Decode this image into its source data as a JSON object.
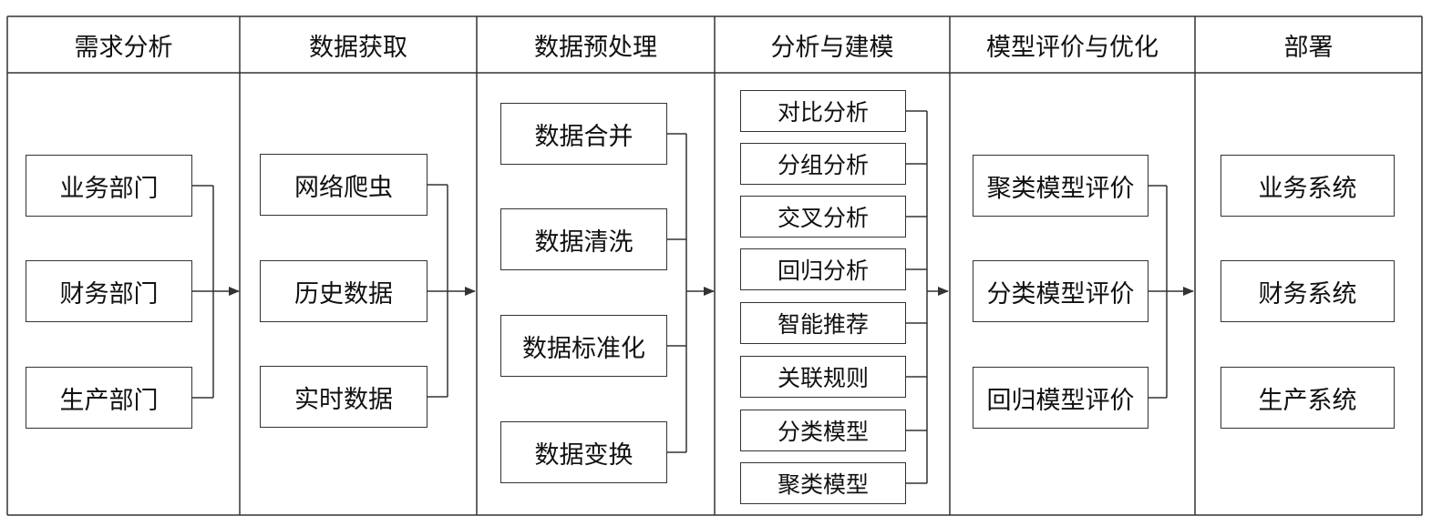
{
  "stages": [
    {
      "title": "需求分析",
      "items": [
        "业务部门",
        "财务部门",
        "生产部门"
      ]
    },
    {
      "title": "数据获取",
      "items": [
        "网络爬虫",
        "历史数据",
        "实时数据"
      ]
    },
    {
      "title": "数据预处理",
      "items": [
        "数据合并",
        "数据清洗",
        "数据标准化",
        "数据变换"
      ]
    },
    {
      "title": "分析与建模",
      "items": [
        "对比分析",
        "分组分析",
        "交叉分析",
        "回归分析",
        "智能推荐",
        "关联规则",
        "分类模型",
        "聚类模型"
      ]
    },
    {
      "title": "模型评价与优化",
      "items": [
        "聚类模型评价",
        "分类模型评价",
        "回归模型评价"
      ]
    },
    {
      "title": "部署",
      "items": [
        "业务系统",
        "财务系统",
        "生产系统"
      ]
    }
  ]
}
